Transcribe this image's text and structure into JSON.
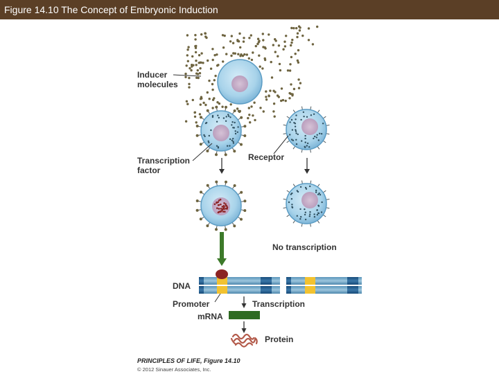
{
  "header": {
    "title": "Figure 14.10 The Concept of Embryonic Induction"
  },
  "labels": {
    "inducer_line1": "Inducer",
    "inducer_line2": "molecules",
    "tf_line1": "Transcription",
    "tf_line2": "factor",
    "receptor": "Receptor",
    "no_transcription": "No transcription",
    "dna": "DNA",
    "promoter": "Promoter",
    "transcription": "Transcription",
    "mrna": "mRNA",
    "protein": "Protein"
  },
  "credit": {
    "book": "PRINCIPLES OF LIFE, Figure 14.10",
    "copyright": "© 2012 Sinauer Associates, Inc."
  },
  "colors": {
    "header_bg": "#5b3f26",
    "cell_fill": "#9fcde6",
    "cell_edge": "#5b9cc4",
    "nucleus": "#c9b3cc",
    "inducer_dot": "#6e6440",
    "tf_dot": "#2f4f5f",
    "arrow_green": "#3d7a2a",
    "mrna_green": "#2e6b22",
    "dna_light": "#7db1cc",
    "dna_dark": "#1f5a8c",
    "promoter_yellow": "#f2c230",
    "tf_bound": "#8b2323",
    "protein": "#b35a4a"
  }
}
